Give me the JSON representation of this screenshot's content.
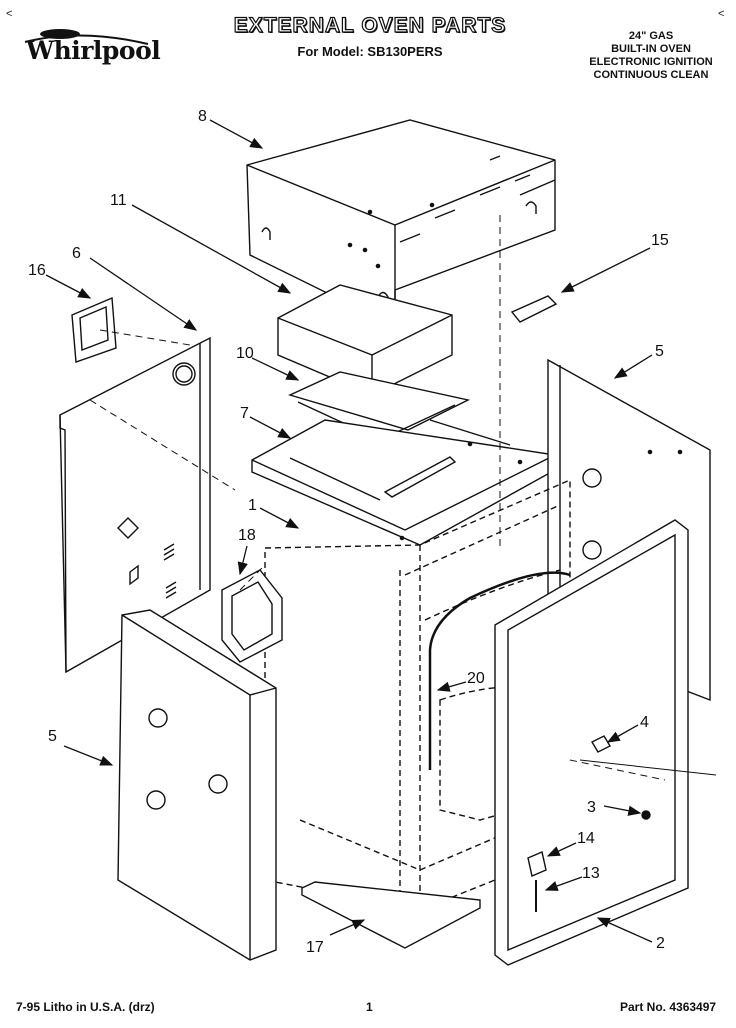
{
  "header": {
    "brand": "Whirlpool",
    "title": "EXTERNAL OVEN PARTS",
    "model_line": "For Model: SB130PERS",
    "spec_lines": [
      "24\" GAS",
      "BUILT-IN OVEN",
      "ELECTRONIC IGNITION",
      "CONTINUOUS CLEAN"
    ],
    "corner_left": "<",
    "corner_right": "<"
  },
  "callouts": [
    "8",
    "11",
    "6",
    "16",
    "10",
    "7",
    "1",
    "18",
    "15",
    "5",
    "5",
    "20",
    "4",
    "3",
    "14",
    "13",
    "2",
    "17"
  ],
  "footer": {
    "left": "7-95 Litho in U.S.A. (drz)",
    "page": "1",
    "part_no": "Part No. 4363497"
  }
}
